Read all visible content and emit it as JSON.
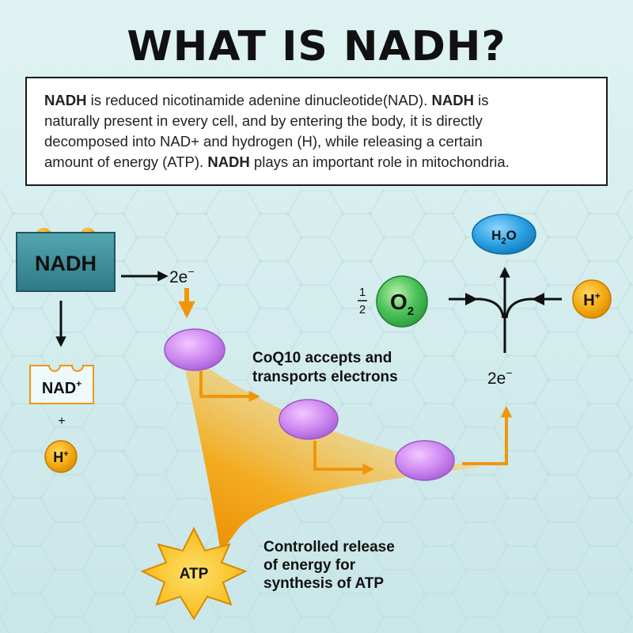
{
  "title": "WHAT IS NADH?",
  "intro": {
    "line1": {
      "b1": "NADH",
      "t1": " is reduced nicotinamide adenine dinucleotide(NAD). ",
      "b2": "NADH",
      "t2": " is"
    },
    "line2": "naturally present in every cell, and by entering the body, it is directly",
    "line3": "decomposed into NAD+ and hydrogen (H), while releasing a certain",
    "line4": {
      "t1": "amount of energy (ATP). ",
      "b1": "NADH",
      "t2": " plays an important role in mitochondria."
    }
  },
  "nadh": {
    "label": "NADH"
  },
  "nad_plus": {
    "label": "NAD",
    "sup": "+"
  },
  "plus_sign": "+",
  "h_plus_left": {
    "label": "H",
    "sup": "+"
  },
  "electrons_in": {
    "label": "2e",
    "sup": "−"
  },
  "coq10_label": {
    "line1": "CoQ10 accepts and",
    "line2": "transports electrons"
  },
  "electrons_out": {
    "label": "2e",
    "sup": "−"
  },
  "h2o": {
    "h": "H",
    "sub": "2",
    "o": "O"
  },
  "oxygen": {
    "label": "O",
    "sub": "2",
    "frac_num": "1",
    "frac_den": "2"
  },
  "h_plus_right": {
    "label": "H",
    "sup": "+"
  },
  "atp": {
    "label": "ATP"
  },
  "release_label": {
    "line1": "Controlled release",
    "line2": "of energy for",
    "line3": "synthesis of ATP"
  },
  "colors": {
    "background": "#d3eced",
    "nadh_box": "#3f8f9a",
    "coq10": "#cf8af0",
    "arrow_orange": "#f0960a",
    "h2o": "#29a0e2",
    "oxygen": "#3fbf52",
    "atom_gold": "#f4ac12"
  }
}
